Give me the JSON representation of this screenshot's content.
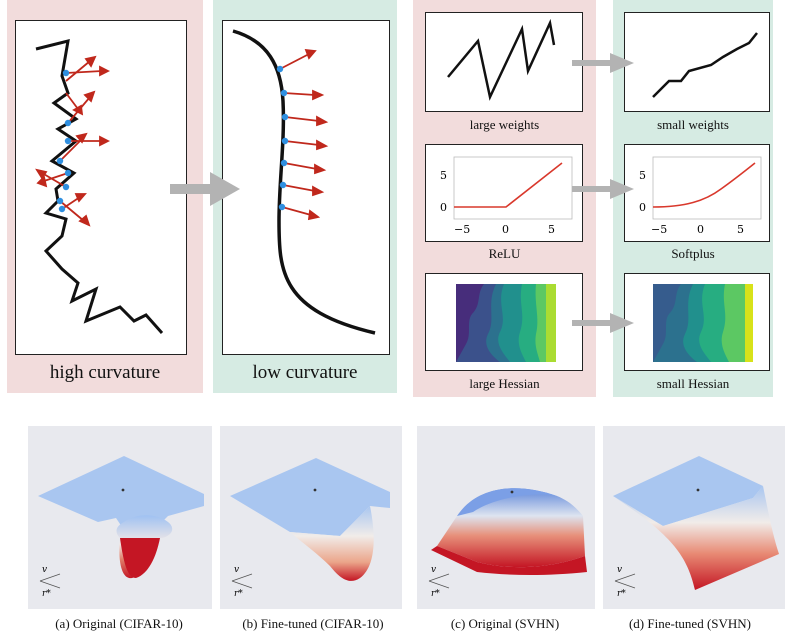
{
  "top_left": {
    "high_curvature_label": "high curvature",
    "low_curvature_label": "low curvature"
  },
  "top_right": {
    "weights": {
      "left_label": "large weights",
      "right_label": "small weights"
    },
    "activation": {
      "left_label": "ReLU",
      "right_label": "Softplus",
      "x_ticks": [
        "−5",
        "0",
        "5"
      ],
      "y_ticks": [
        "0",
        "5"
      ]
    },
    "hessian": {
      "left_label": "large Hessian",
      "right_label": "small Hessian"
    }
  },
  "bottom": {
    "captions": [
      "(a) Original (CIFAR-10)",
      "(b) Fine-tuned (CIFAR-10)",
      "(c) Original (SVHN)",
      "(d) Fine-tuned (SVHN)"
    ],
    "axis_labels": {
      "v": "v",
      "r": "r*"
    }
  },
  "colors": {
    "pink_bg": "#f2dcdc",
    "green_bg": "#d6ebe3",
    "arrow_red": "#c0281c",
    "dot_blue": "#2f8fe0",
    "gray_arrow": "#b3b3b3",
    "relu_red": "#d9382c"
  }
}
